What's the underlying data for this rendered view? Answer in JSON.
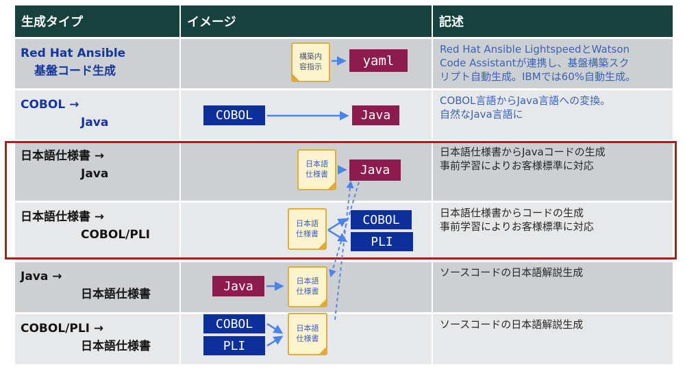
{
  "table": {
    "headers": [
      "生成タイプ",
      "イメージ",
      "記述"
    ],
    "rows": [
      {
        "type_line1": "Red Hat Ansible",
        "type_line2": "基盤コード生成",
        "desc": "Red Hat Ansible LightspeedとWatson\nCode Assistantが連携し、基盤構築スク\nリプト自動生成。IBMでは60%自動生成。"
      },
      {
        "type_line1": "COBOL →",
        "type_line2": "Java",
        "desc": "COBOL言語からJava言語への変換。\n自然なJava言語に"
      },
      {
        "type_line1": "日本語仕様書 →",
        "type_line2": "Java",
        "desc": "日本語仕様書からJavaコードの生成\n事前学習によりお客様標準に対応"
      },
      {
        "type_line1": "日本語仕様書 →",
        "type_line2": "COBOL/PLI",
        "desc": "日本語仕様書からコードの生成\n事前学習によりお客様標準に対応"
      },
      {
        "type_line1": "Java →",
        "type_line2": "日本語仕様書",
        "desc": "ソースコードの日本語解説生成"
      },
      {
        "type_line1": "COBOL/PLI →",
        "type_line2": "日本語仕様書",
        "desc": "ソースコードの日本語解説生成"
      }
    ]
  },
  "diagram": {
    "row1_note": "構築内\n容指示",
    "row1_box": "yaml",
    "row2_src": "COBOL",
    "row2_dst": "Java",
    "row3_note": "日本語\n仕様書",
    "row3_box": "Java",
    "row4_note": "日本語\n仕様書",
    "row4_box1": "COBOL",
    "row4_box2": "PLI",
    "row5_src": "Java",
    "row5_note": "日本語\n仕様書",
    "row6_src1": "COBOL",
    "row6_src2": "PLI",
    "row6_note": "日本語\n仕様書"
  },
  "colors": {
    "header_bg": "#16413c",
    "row_dark": "#cdd0d2",
    "row_light": "#e7e8e9",
    "type_blue": "#1336a0",
    "desc_blue": "#3b62b5",
    "code_box_blue": "#0d2f9b",
    "output_box_maroon": "#8c1c4d",
    "note_bg": "#fdf3cd",
    "note_border": "#e3aa3c",
    "arrow_blue": "#4d82e8",
    "highlight_red": "#9e231b"
  }
}
